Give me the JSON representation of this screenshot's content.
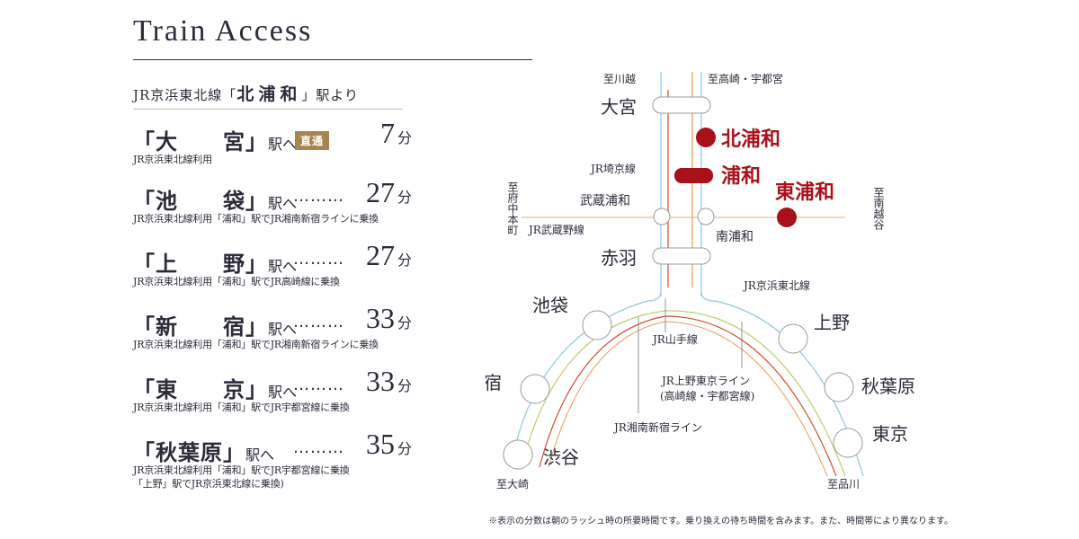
{
  "title": "Train Access",
  "from": {
    "pre": "JR京浜東北線「",
    "station": "北浦和",
    "post": "」駅より"
  },
  "routes": [
    {
      "name": "「大　　宮」",
      "to": "駅へ",
      "chip": "直通",
      "dots": "",
      "time": "7",
      "unit": "分",
      "note1": "JR京浜東北線利用",
      "note2": ""
    },
    {
      "name": "「池　　袋」",
      "to": "駅へ",
      "chip": "",
      "dots": "………",
      "time": "27",
      "unit": "分",
      "note1": "JR京浜東北線利用「浦和」駅でJR湘南新宿ラインに乗換",
      "note2": ""
    },
    {
      "name": "「上　　野」",
      "to": "駅へ",
      "chip": "",
      "dots": "………",
      "time": "27",
      "unit": "分",
      "note1": "JR京浜東北線利用「浦和」駅でJR高崎線に乗換",
      "note2": ""
    },
    {
      "name": "「新　　宿」",
      "to": "駅へ",
      "chip": "",
      "dots": "………",
      "time": "33",
      "unit": "分",
      "note1": "JR京浜東北線利用「浦和」駅でJR湘南新宿ラインに乗換",
      "note2": ""
    },
    {
      "name": "「東　　京」",
      "to": "駅へ",
      "chip": "",
      "dots": "………",
      "time": "33",
      "unit": "分",
      "note1": "JR京浜東北線利用「浦和」駅でJR宇都宮線に乗換",
      "note2": ""
    },
    {
      "name": "「秋葉原」",
      "to": "駅へ",
      "chip": "",
      "dots": "………",
      "time": "35",
      "unit": "分",
      "note1": "JR京浜東北線利用「浦和」駅でJR宇都宮線に乗換",
      "note2": "「上野」駅でJR京浜東北線に乗換)"
    }
  ],
  "map": {
    "dir_kawagoe": "至川越",
    "dir_takasaki": "至高崎・宇都宮",
    "omiya": "大宮",
    "kitaurawa": "北浦和",
    "urawa": "浦和",
    "higashiurawa": "東浦和",
    "saikyo": "JR埼京線",
    "musashiurawa": "武蔵浦和",
    "minamiurawa": "南浦和",
    "musashino": "JR武蔵野線",
    "dir_fuchu": "至府中本町",
    "dir_minamikoshigaya": "至南越谷",
    "akabane": "赤羽",
    "keihin": "JR京浜東北線",
    "ikebukuro": "池袋",
    "ueno": "上野",
    "yamanote": "JR山手線",
    "ueno_tokyo_line": "JR上野東京ライン",
    "ueno_tokyo_sub": "(高崎線・宇都宮線)",
    "shinjuku": "新宿",
    "akihabara": "秋葉原",
    "shonan": "JR湘南新宿ライン",
    "shibuya": "渋谷",
    "tokyo": "東京",
    "dir_osaki": "至大崎",
    "dir_shinagawa": "至品川"
  },
  "colors": {
    "keihin": "#8ec9e0",
    "shonan": "#d14b2e",
    "yamanote": "#b8cf6a",
    "takasaki": "#e89a55",
    "musashino": "#e2b66a",
    "accent": "#a8111a",
    "chip": "#a8854e"
  },
  "footnote": "※表示の分数は朝のラッシュ時の所要時間です。乗り換えの待ち時間を含みます。また、時間帯により異なります。"
}
